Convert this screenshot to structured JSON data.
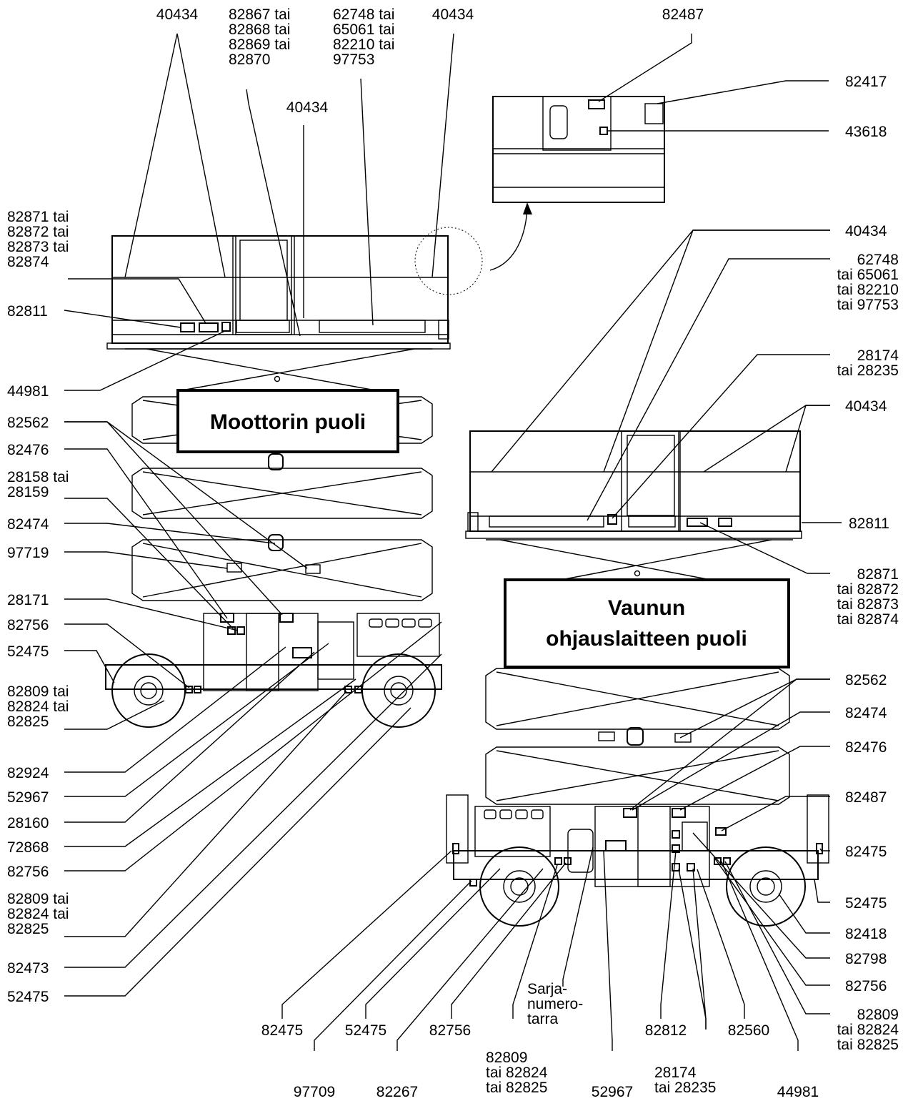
{
  "titles": {
    "engine_side": "Moottorin  puoli",
    "control_side_line1": "Vaunun",
    "control_side_line2": "ohjauslaitteen  puoli"
  },
  "labels": {
    "top_40434_a": "40434",
    "top_82867": [
      "82867 tai",
      "82868 tai",
      "82869 tai",
      "82870"
    ],
    "top_62748": [
      "62748 tai",
      "65061 tai",
      "82210 tai",
      "97753"
    ],
    "top_40434_b": "40434",
    "top_82487": "82487",
    "mid_40434": "40434",
    "r_82417": "82417",
    "r_43618": "43618",
    "l_82871": [
      "82871 tai",
      "82872 tai",
      "82873 tai",
      "82874"
    ],
    "l_82811": "82811",
    "l_44981": "44981",
    "l_82562": "82562",
    "l_82476": "82476",
    "l_28158": [
      "28158 tai",
      "28159"
    ],
    "l_82474": "82474",
    "l_97719": "97719",
    "l_28171": "28171",
    "l_82756_a": "82756",
    "l_52475_a": "52475",
    "l_82809_a": [
      "82809 tai",
      "82824 tai",
      "82825"
    ],
    "l_82924": "82924",
    "l_52967": "52967",
    "l_28160": "28160",
    "l_72868": "72868",
    "l_82756_b": "82756",
    "l_82809_b": [
      "82809 tai",
      "82824 tai",
      "82825"
    ],
    "l_82473": "82473",
    "l_52475_b": "52475",
    "r_40434_a": "40434",
    "r_62748": [
      "62748",
      "tai 65061",
      "tai 82210",
      "tai 97753"
    ],
    "r_28174": [
      "28174",
      "tai 28235"
    ],
    "r_40434_b": "40434",
    "r_82811": "82811",
    "r_82871": [
      "82871",
      "tai 82872",
      "tai 82873",
      "tai 82874"
    ],
    "r_82562": "82562",
    "r_82474": "82474",
    "r_82476": "82476",
    "r_82487": "82487",
    "r_82475": "82475",
    "r_52475": "52475",
    "r_82418": "82418",
    "r_82798": "82798",
    "r_82756": "82756",
    "r_82809": [
      "82809",
      "tai 82824",
      "tai 82825"
    ],
    "b_82475": "82475",
    "b_52475": "52475",
    "b_82756": "82756",
    "b_serial": [
      "Sarja-",
      "numero-",
      "tarra"
    ],
    "b_82812": "82812",
    "b_82560": "82560",
    "b_82809": [
      "82809",
      "tai 82824",
      "tai 82825"
    ],
    "b_28174": [
      "28174",
      "tai 28235"
    ],
    "b_97709": "97709",
    "b_82267": "82267",
    "b_52967": "52967",
    "b_44981": "44981"
  }
}
